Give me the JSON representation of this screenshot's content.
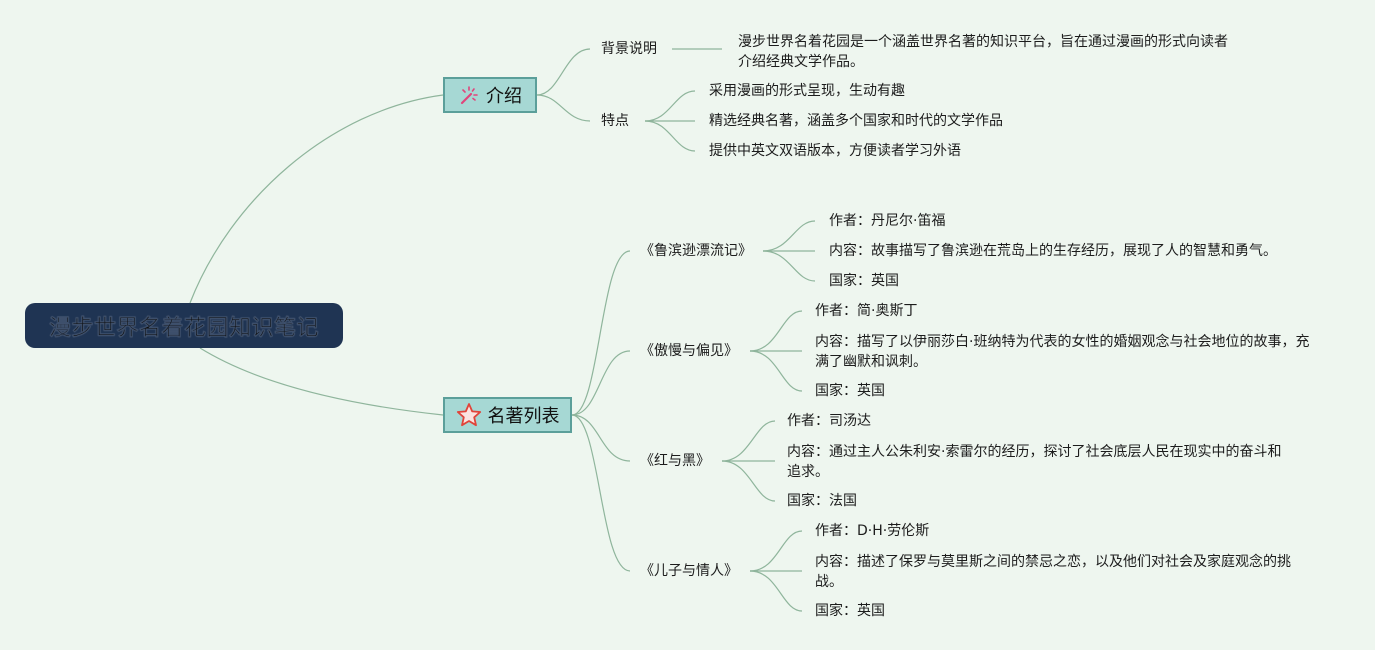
{
  "root": {
    "title": "漫步世界名着花园知识笔记"
  },
  "intro": {
    "label": "介绍",
    "icon": "magic-wand-icon",
    "background": {
      "label": "背景说明",
      "text": "漫步世界名着花园是一个涵盖世界名著的知识平台，旨在通过漫画的形式向读者介绍经典文学作品。"
    },
    "features": {
      "label": "特点",
      "items": [
        "采用漫画的形式呈现，生动有趣",
        "精选经典名著，涵盖多个国家和时代的文学作品",
        "提供中英文双语版本，方便读者学习外语"
      ]
    }
  },
  "books": {
    "label": "名著列表",
    "icon": "star-icon",
    "items": [
      {
        "title": "《鲁滨逊漂流记》",
        "author": "作者：丹尼尔·笛福",
        "content": "内容：故事描写了鲁滨逊在荒岛上的生存经历，展现了人的智慧和勇气。",
        "country": "国家：英国"
      },
      {
        "title": "《傲慢与偏见》",
        "author": "作者：简·奥斯丁",
        "content": "内容：描写了以伊丽莎白·班纳特为代表的女性的婚姻观念与社会地位的故事，充满了幽默和讽刺。",
        "country": "国家：英国"
      },
      {
        "title": "《红与黑》",
        "author": "作者：司汤达",
        "content": "内容：通过主人公朱利安·索雷尔的经历，探讨了社会底层人民在现实中的奋斗和追求。",
        "country": "国家：法国"
      },
      {
        "title": "《儿子与情人》",
        "author": "作者：D·H·劳伦斯",
        "content": "内容：描述了保罗与莫里斯之间的禁忌之恋，以及他们对社会及家庭观念的挑战。",
        "country": "国家：英国"
      }
    ]
  },
  "colors": {
    "background": "#eef6ef",
    "root": "#1f3453",
    "category_fill": "#a6d8d4",
    "category_border": "#5b9f9a",
    "connector": "#8fb59c"
  }
}
